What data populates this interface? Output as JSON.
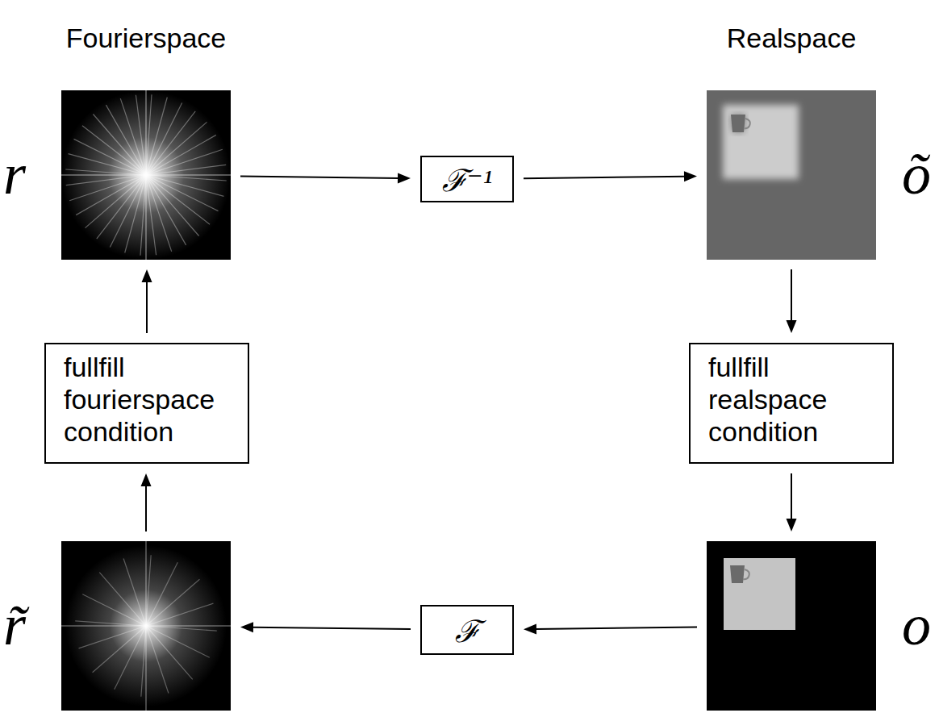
{
  "diagram": {
    "nodes": [
      {
        "text": [
          "r"
        ]
      },
      {
        "text": [
          "ℱ⁻¹"
        ]
      },
      {
        "text": [
          "õ"
        ]
      },
      {
        "text": [
          "fullfill fourierspace condition"
        ]
      },
      {
        "text": [
          "fullfill realspace condition"
        ]
      },
      {
        "text": [
          "r̃"
        ]
      },
      {
        "text": [
          "ℱ"
        ]
      },
      {
        "text": [
          "o"
        ]
      }
    ],
    "edges": [
      {
        "from": 0,
        "to": 1,
        "arrow": "to"
      },
      {
        "from": 1,
        "to": 2,
        "arrow": "to"
      },
      {
        "from": 2,
        "to": 4,
        "arrow": "to"
      },
      {
        "from": 4,
        "to": 7,
        "arrow": "to"
      },
      {
        "from": 7,
        "to": 6,
        "arrow": "to"
      },
      {
        "from": 6,
        "to": 5,
        "arrow": "to"
      },
      {
        "from": 5,
        "to": 3,
        "arrow": "to"
      },
      {
        "from": 3,
        "to": 0,
        "arrow": "to"
      }
    ],
    "labels": [
      "Fourierspace",
      "Realspace"
    ]
  }
}
